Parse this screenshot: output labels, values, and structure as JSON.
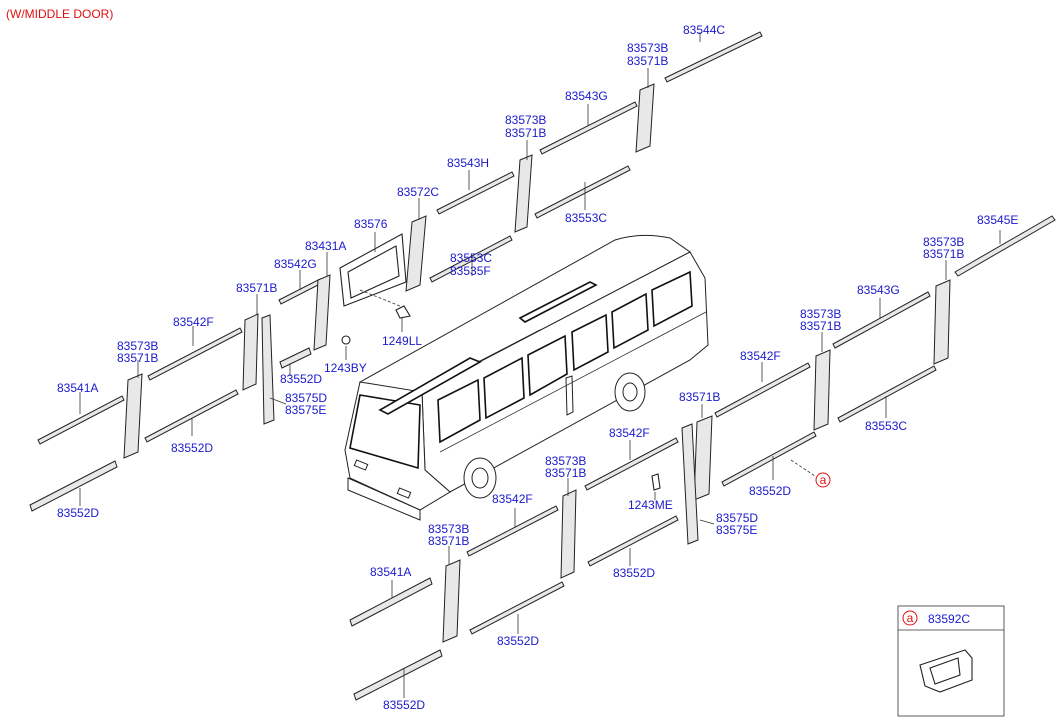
{
  "header": {
    "title": "(W/MIDDLE DOOR)",
    "color": "#e01010"
  },
  "label_color": "#1a1acc",
  "callout": {
    "symbol": "a"
  },
  "inset": {
    "symbol": "a",
    "part": "83592C"
  },
  "labels": [
    {
      "id": "l1",
      "text": "83544C"
    },
    {
      "id": "l2",
      "text": "83573B"
    },
    {
      "id": "l3",
      "text": "83571B"
    },
    {
      "id": "l4",
      "text": "83543G"
    },
    {
      "id": "l5",
      "text": "83573B"
    },
    {
      "id": "l6",
      "text": "83571B"
    },
    {
      "id": "l7",
      "text": "83543H"
    },
    {
      "id": "l8",
      "text": "83572C"
    },
    {
      "id": "l9",
      "text": "83553C"
    },
    {
      "id": "l10",
      "text": "83576"
    },
    {
      "id": "l11",
      "text": "83431A"
    },
    {
      "id": "l12",
      "text": "83542G"
    },
    {
      "id": "l13",
      "text": "83553C"
    },
    {
      "id": "l14",
      "text": "83535F"
    },
    {
      "id": "l15",
      "text": "83571B"
    },
    {
      "id": "l16",
      "text": "1249LL"
    },
    {
      "id": "l17",
      "text": "83542F"
    },
    {
      "id": "l18",
      "text": "1243BY"
    },
    {
      "id": "l19",
      "text": "83573B"
    },
    {
      "id": "l20",
      "text": "83571B"
    },
    {
      "id": "l21",
      "text": "83552D"
    },
    {
      "id": "l22",
      "text": "83575D"
    },
    {
      "id": "l23",
      "text": "83575E"
    },
    {
      "id": "l24",
      "text": "83541A"
    },
    {
      "id": "l25",
      "text": "83552D"
    },
    {
      "id": "l26",
      "text": "83552D"
    },
    {
      "id": "l27",
      "text": "83545E"
    },
    {
      "id": "l28",
      "text": "83573B"
    },
    {
      "id": "l29",
      "text": "83571B"
    },
    {
      "id": "l30",
      "text": "83543G"
    },
    {
      "id": "l31",
      "text": "83573B"
    },
    {
      "id": "l32",
      "text": "83571B"
    },
    {
      "id": "l33",
      "text": "83542F"
    },
    {
      "id": "l34",
      "text": "83553C"
    },
    {
      "id": "l35",
      "text": "83571B"
    },
    {
      "id": "l36",
      "text": "83542F"
    },
    {
      "id": "l37",
      "text": "83552D"
    },
    {
      "id": "l38",
      "text": "83573B"
    },
    {
      "id": "l39",
      "text": "83571B"
    },
    {
      "id": "l40",
      "text": "1243ME"
    },
    {
      "id": "l41",
      "text": "83542F"
    },
    {
      "id": "l42",
      "text": "83575D"
    },
    {
      "id": "l43",
      "text": "83575E"
    },
    {
      "id": "l44",
      "text": "83573B"
    },
    {
      "id": "l45",
      "text": "83571B"
    },
    {
      "id": "l46",
      "text": "83552D"
    },
    {
      "id": "l47",
      "text": "83541A"
    },
    {
      "id": "l48",
      "text": "83552D"
    },
    {
      "id": "l49",
      "text": "83552D"
    }
  ]
}
